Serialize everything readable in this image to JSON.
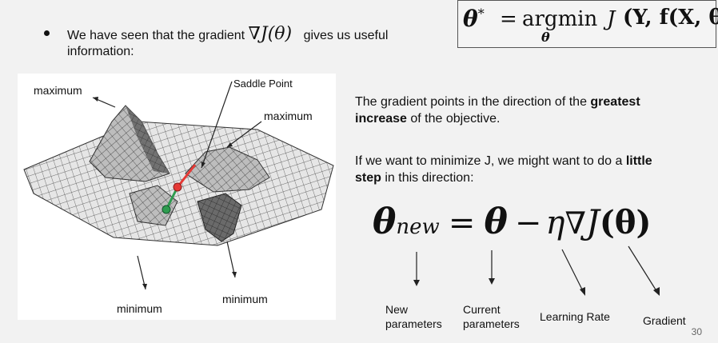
{
  "header_formula": {
    "lhs": "θ*",
    "equals": "=",
    "op": "argmin",
    "sub": "θ",
    "rhs_fn": "J",
    "rhs_args": "(Y, f(X, θ))"
  },
  "bullet": {
    "line1_before": "We have seen that the gradient",
    "inline_math": "∇J(θ)",
    "line1_after": "gives us useful",
    "line2": "information:"
  },
  "figure": {
    "labels": {
      "maximum_left": "maximum",
      "saddle": "Saddle Point",
      "maximum_right": "maximum",
      "minimum_left": "minimum",
      "minimum_right": "minimum"
    }
  },
  "explanation": {
    "p1_part1": "The gradient points in the direction of the ",
    "p1_bold1": "greatest",
    "p1_bold2": "increase",
    "p1_part2": " of the objective.",
    "p2_part1": "If we want to minimize J, we might want to do a ",
    "p2_bold1": "little",
    "p2_bold2": "step",
    "p2_part2": " in this direction:"
  },
  "update_rule": {
    "theta": "θ",
    "new_sub": "new",
    "equals": "=",
    "minus": "−",
    "eta": "η",
    "nabla": "∇",
    "J": "J",
    "arg": "(θ)"
  },
  "term_labels": {
    "new_params_1": "New",
    "new_params_2": "parameters",
    "current_1": "Current",
    "current_2": "parameters",
    "learning_rate": "Learning Rate",
    "gradient": "Gradient"
  },
  "page_number": "30"
}
